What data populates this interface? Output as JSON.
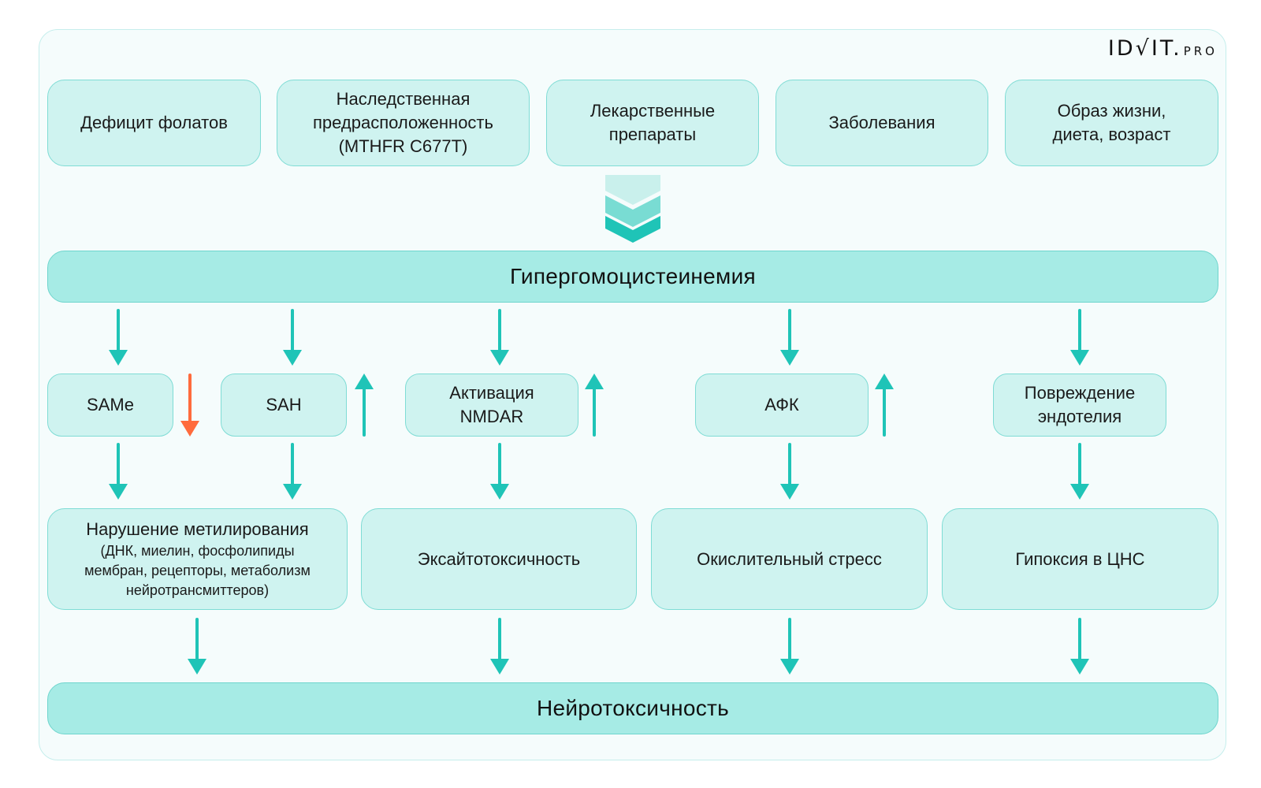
{
  "logo": {
    "main": "ID√IT.",
    "sub": "PRO"
  },
  "causes": [
    {
      "label": "Дефицит фолатов"
    },
    {
      "label": "Наследственная\nпредрасположенность\n(MTHFR C677T)"
    },
    {
      "label": "Лекарственные\nпрепараты"
    },
    {
      "label": "Заболевания"
    },
    {
      "label": "Образ жизни,\nдиета, возраст"
    }
  ],
  "central": {
    "label": "Гипергомоцистеинемия"
  },
  "mechanisms": [
    {
      "label": "SAMe",
      "trend": "down"
    },
    {
      "label": "SAH",
      "trend": "up"
    },
    {
      "label": "Активация\nNMDAR",
      "trend": "up"
    },
    {
      "label": "АФК",
      "trend": "up"
    },
    {
      "label": "Повреждение\nэндотелия",
      "trend": "none"
    }
  ],
  "effects": [
    {
      "label": "Нарушение метилирования",
      "detail": "(ДНК, миелин, фосфолипиды\nмембран, рецепторы, метаболизм\nнейротрансмиттеров)"
    },
    {
      "label": "Эксайтотоксичность"
    },
    {
      "label": "Окислительный стресс"
    },
    {
      "label": "Гипоксия в ЦНС"
    }
  ],
  "outcome": {
    "label": "Нейротоксичность"
  },
  "colors": {
    "accent": "#1fc4b7",
    "decrease": "#ff6b3d",
    "box_fill": "#cff3f0",
    "bar_fill": "#a6ebe5",
    "chevron_light": "#c9f0ec",
    "chevron_mid": "#79dcd3",
    "chevron_dark": "#1fc4b7"
  }
}
